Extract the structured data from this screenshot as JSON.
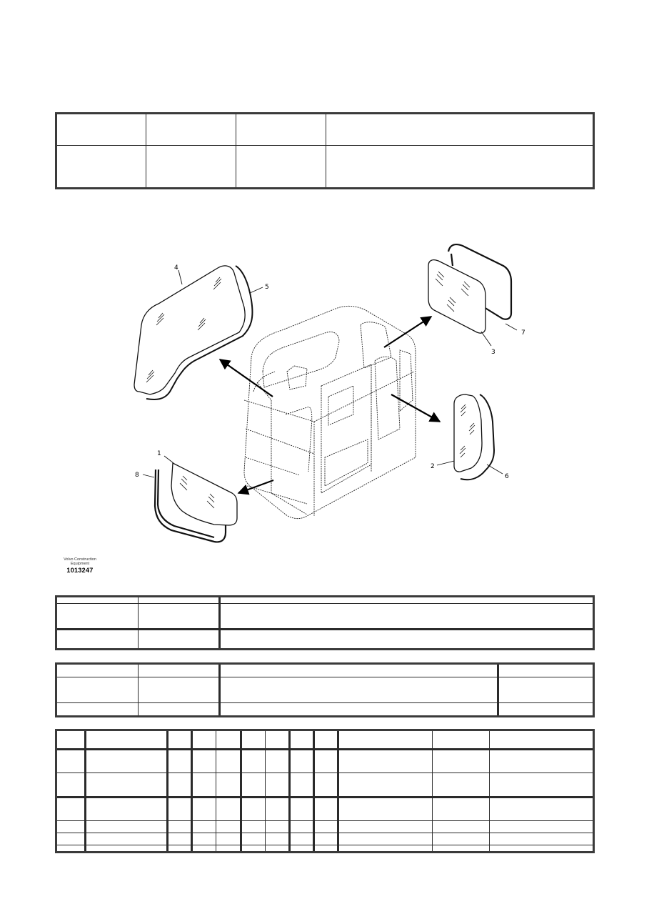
{
  "header_table": {
    "rows": [
      [
        "",
        "",
        "",
        ""
      ],
      [
        "",
        "",
        "",
        ""
      ]
    ]
  },
  "diagram": {
    "illustration_id": "1013247",
    "publisher": "Volvo Construction Equipment",
    "callouts": [
      "1",
      "2",
      "3",
      "4",
      "5",
      "6",
      "7",
      "8"
    ]
  },
  "info_table_1": {
    "rows": [
      [
        "",
        "",
        ""
      ],
      [
        "",
        "",
        ""
      ],
      [
        "",
        "",
        ""
      ]
    ]
  },
  "info_table_2": {
    "rows": [
      [
        "",
        "",
        "",
        ""
      ],
      [
        "",
        "",
        "",
        ""
      ],
      [
        "",
        "",
        "",
        ""
      ]
    ]
  },
  "parts_table": {
    "rows": [
      [
        "",
        "",
        "",
        "",
        "",
        "",
        "",
        "",
        "",
        "",
        "",
        ""
      ],
      [
        "",
        "",
        "",
        "",
        "",
        "",
        "",
        "",
        "",
        "",
        "",
        ""
      ],
      [
        "",
        "",
        "",
        "",
        "",
        "",
        "",
        "",
        "",
        "",
        "",
        ""
      ],
      [
        "",
        "",
        "",
        "",
        "",
        "",
        "",
        "",
        "",
        "",
        "",
        ""
      ],
      [
        "",
        "",
        "",
        "",
        "",
        "",
        "",
        "",
        "",
        "",
        "",
        ""
      ],
      [
        "",
        "",
        "",
        "",
        "",
        "",
        "",
        "",
        "",
        "",
        "",
        ""
      ],
      [
        "",
        "",
        "",
        "",
        "",
        "",
        "",
        "",
        "",
        "",
        "",
        ""
      ]
    ]
  }
}
